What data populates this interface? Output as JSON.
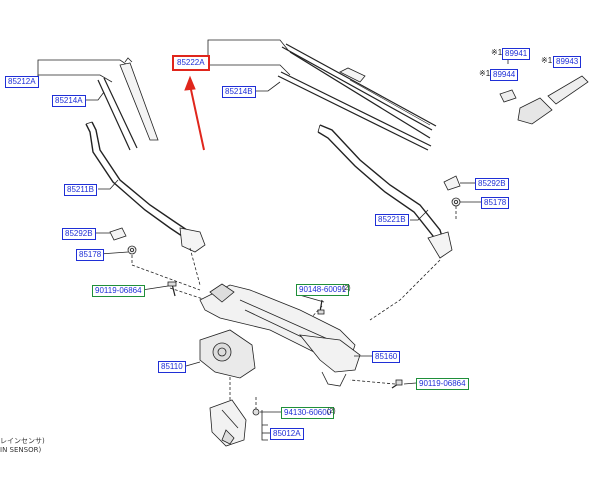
{
  "callouts": {
    "p85212A": "85212A",
    "p85214A": "85214A",
    "p85222A": "85222A",
    "p85214B": "85214B",
    "p89941": "89941",
    "p89944": "89944",
    "p89943": "89943",
    "p85211B": "85211B",
    "p85292B_right": "85292B",
    "p85178_right": "85178",
    "p85221B": "85221B",
    "p85292B_left": "85292B",
    "p85178_left": "85178",
    "p90119_left": "90119-06864",
    "p90148": "90148-60091",
    "p85110": "85110",
    "p85160": "85160",
    "p90119_right": "90119-06864",
    "p94130": "94130-60600",
    "p85012A": "85012A"
  },
  "quantities": {
    "q90148": "(2)",
    "q94130": "(2)"
  },
  "marks": {
    "m89941": "※1",
    "m89944": "※1",
    "m89943": "※1"
  },
  "notes": {
    "line1": "レインセンサ)",
    "line2": "IN SENSOR)"
  },
  "colors": {
    "callout_border": "#1f2fd6",
    "standard_part_border": "#1f8f3a",
    "highlight": "#e0261c"
  },
  "highlighted_part": "85222A"
}
